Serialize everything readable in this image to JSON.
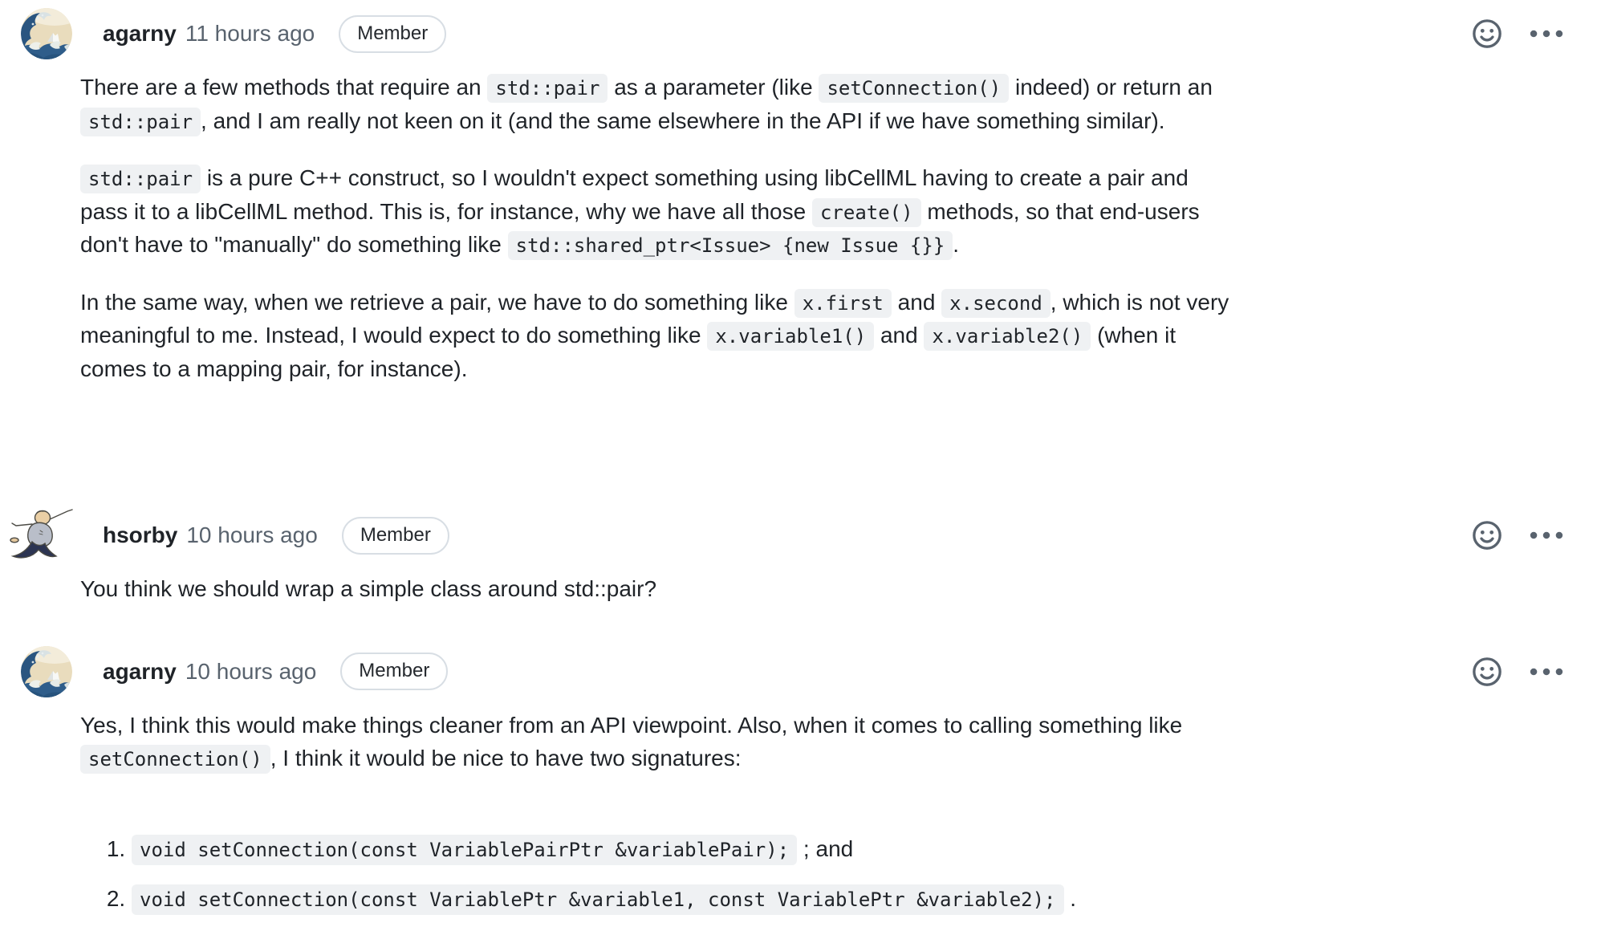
{
  "colors": {
    "text": "#1f2328",
    "muted": "#59636e",
    "inline_code_background": "#eff1f3",
    "badge_border": "#d8dee4",
    "icon": "#59636e"
  },
  "icons": {
    "reaction": "smiley-icon",
    "menu": "kebab-horizontal-icon"
  },
  "comments": [
    {
      "author": "agarny",
      "timestamp": "11 hours ago",
      "badge": "Member",
      "avatar": "great-wave-avatar",
      "body": [
        {
          "type": "paragraph",
          "segments": [
            {
              "code": false,
              "text": "There are a few methods that require an "
            },
            {
              "code": true,
              "text": "std::pair"
            },
            {
              "code": false,
              "text": " as a parameter (like "
            },
            {
              "code": true,
              "text": "setConnection()"
            },
            {
              "code": false,
              "text": " indeed) or return an "
            },
            {
              "code": true,
              "text": "std::pair"
            },
            {
              "code": false,
              "text": ", and I am really not keen on it (and the same elsewhere in the API if we have something similar)."
            }
          ]
        },
        {
          "type": "paragraph",
          "segments": [
            {
              "code": true,
              "text": "std::pair"
            },
            {
              "code": false,
              "text": " is a pure C++ construct, so I wouldn't expect something using libCellML having to create a pair and pass it to a libCellML method. This is, for instance, why we have all those "
            },
            {
              "code": true,
              "text": "create()"
            },
            {
              "code": false,
              "text": " methods, so that end-users don't have to \"manually\" do something like "
            },
            {
              "code": true,
              "text": "std::shared_ptr<Issue> {new Issue {}}"
            },
            {
              "code": false,
              "text": "."
            }
          ]
        },
        {
          "type": "paragraph",
          "segments": [
            {
              "code": false,
              "text": "In the same way, when we retrieve a pair, we have to do something like "
            },
            {
              "code": true,
              "text": "x.first"
            },
            {
              "code": false,
              "text": " and "
            },
            {
              "code": true,
              "text": "x.second"
            },
            {
              "code": false,
              "text": ", which is not very meaningful to me. Instead, I would expect to do something like "
            },
            {
              "code": true,
              "text": "x.variable1()"
            },
            {
              "code": false,
              "text": " and "
            },
            {
              "code": true,
              "text": "x.variable2()"
            },
            {
              "code": false,
              "text": " (when it comes to a mapping pair, for instance)."
            }
          ]
        }
      ]
    },
    {
      "author": "hsorby",
      "timestamp": "10 hours ago",
      "badge": "Member",
      "avatar": "jumping-cartoon-avatar",
      "body": [
        {
          "type": "paragraph",
          "segments": [
            {
              "code": false,
              "text": "You think we should wrap a simple class around std::pair?"
            }
          ]
        }
      ]
    },
    {
      "author": "agarny",
      "timestamp": "10 hours ago",
      "badge": "Member",
      "avatar": "great-wave-avatar",
      "body": [
        {
          "type": "paragraph",
          "segments": [
            {
              "code": false,
              "text": "Yes, I think this would make things cleaner from an API viewpoint. Also, when it comes to calling something like "
            },
            {
              "code": true,
              "text": "setConnection()"
            },
            {
              "code": false,
              "text": ", I think it would be nice to have two signatures:"
            }
          ]
        },
        {
          "type": "ordered-list",
          "items": [
            {
              "segments": [
                {
                  "code": true,
                  "text": "void setConnection(const VariablePairPtr &variablePair);"
                },
                {
                  "code": false,
                  "text": " ; and"
                }
              ]
            },
            {
              "segments": [
                {
                  "code": true,
                  "text": "void setConnection(const VariablePtr &variable1, const VariablePtr &variable2);"
                },
                {
                  "code": false,
                  "text": " ."
                }
              ]
            }
          ]
        }
      ]
    }
  ]
}
